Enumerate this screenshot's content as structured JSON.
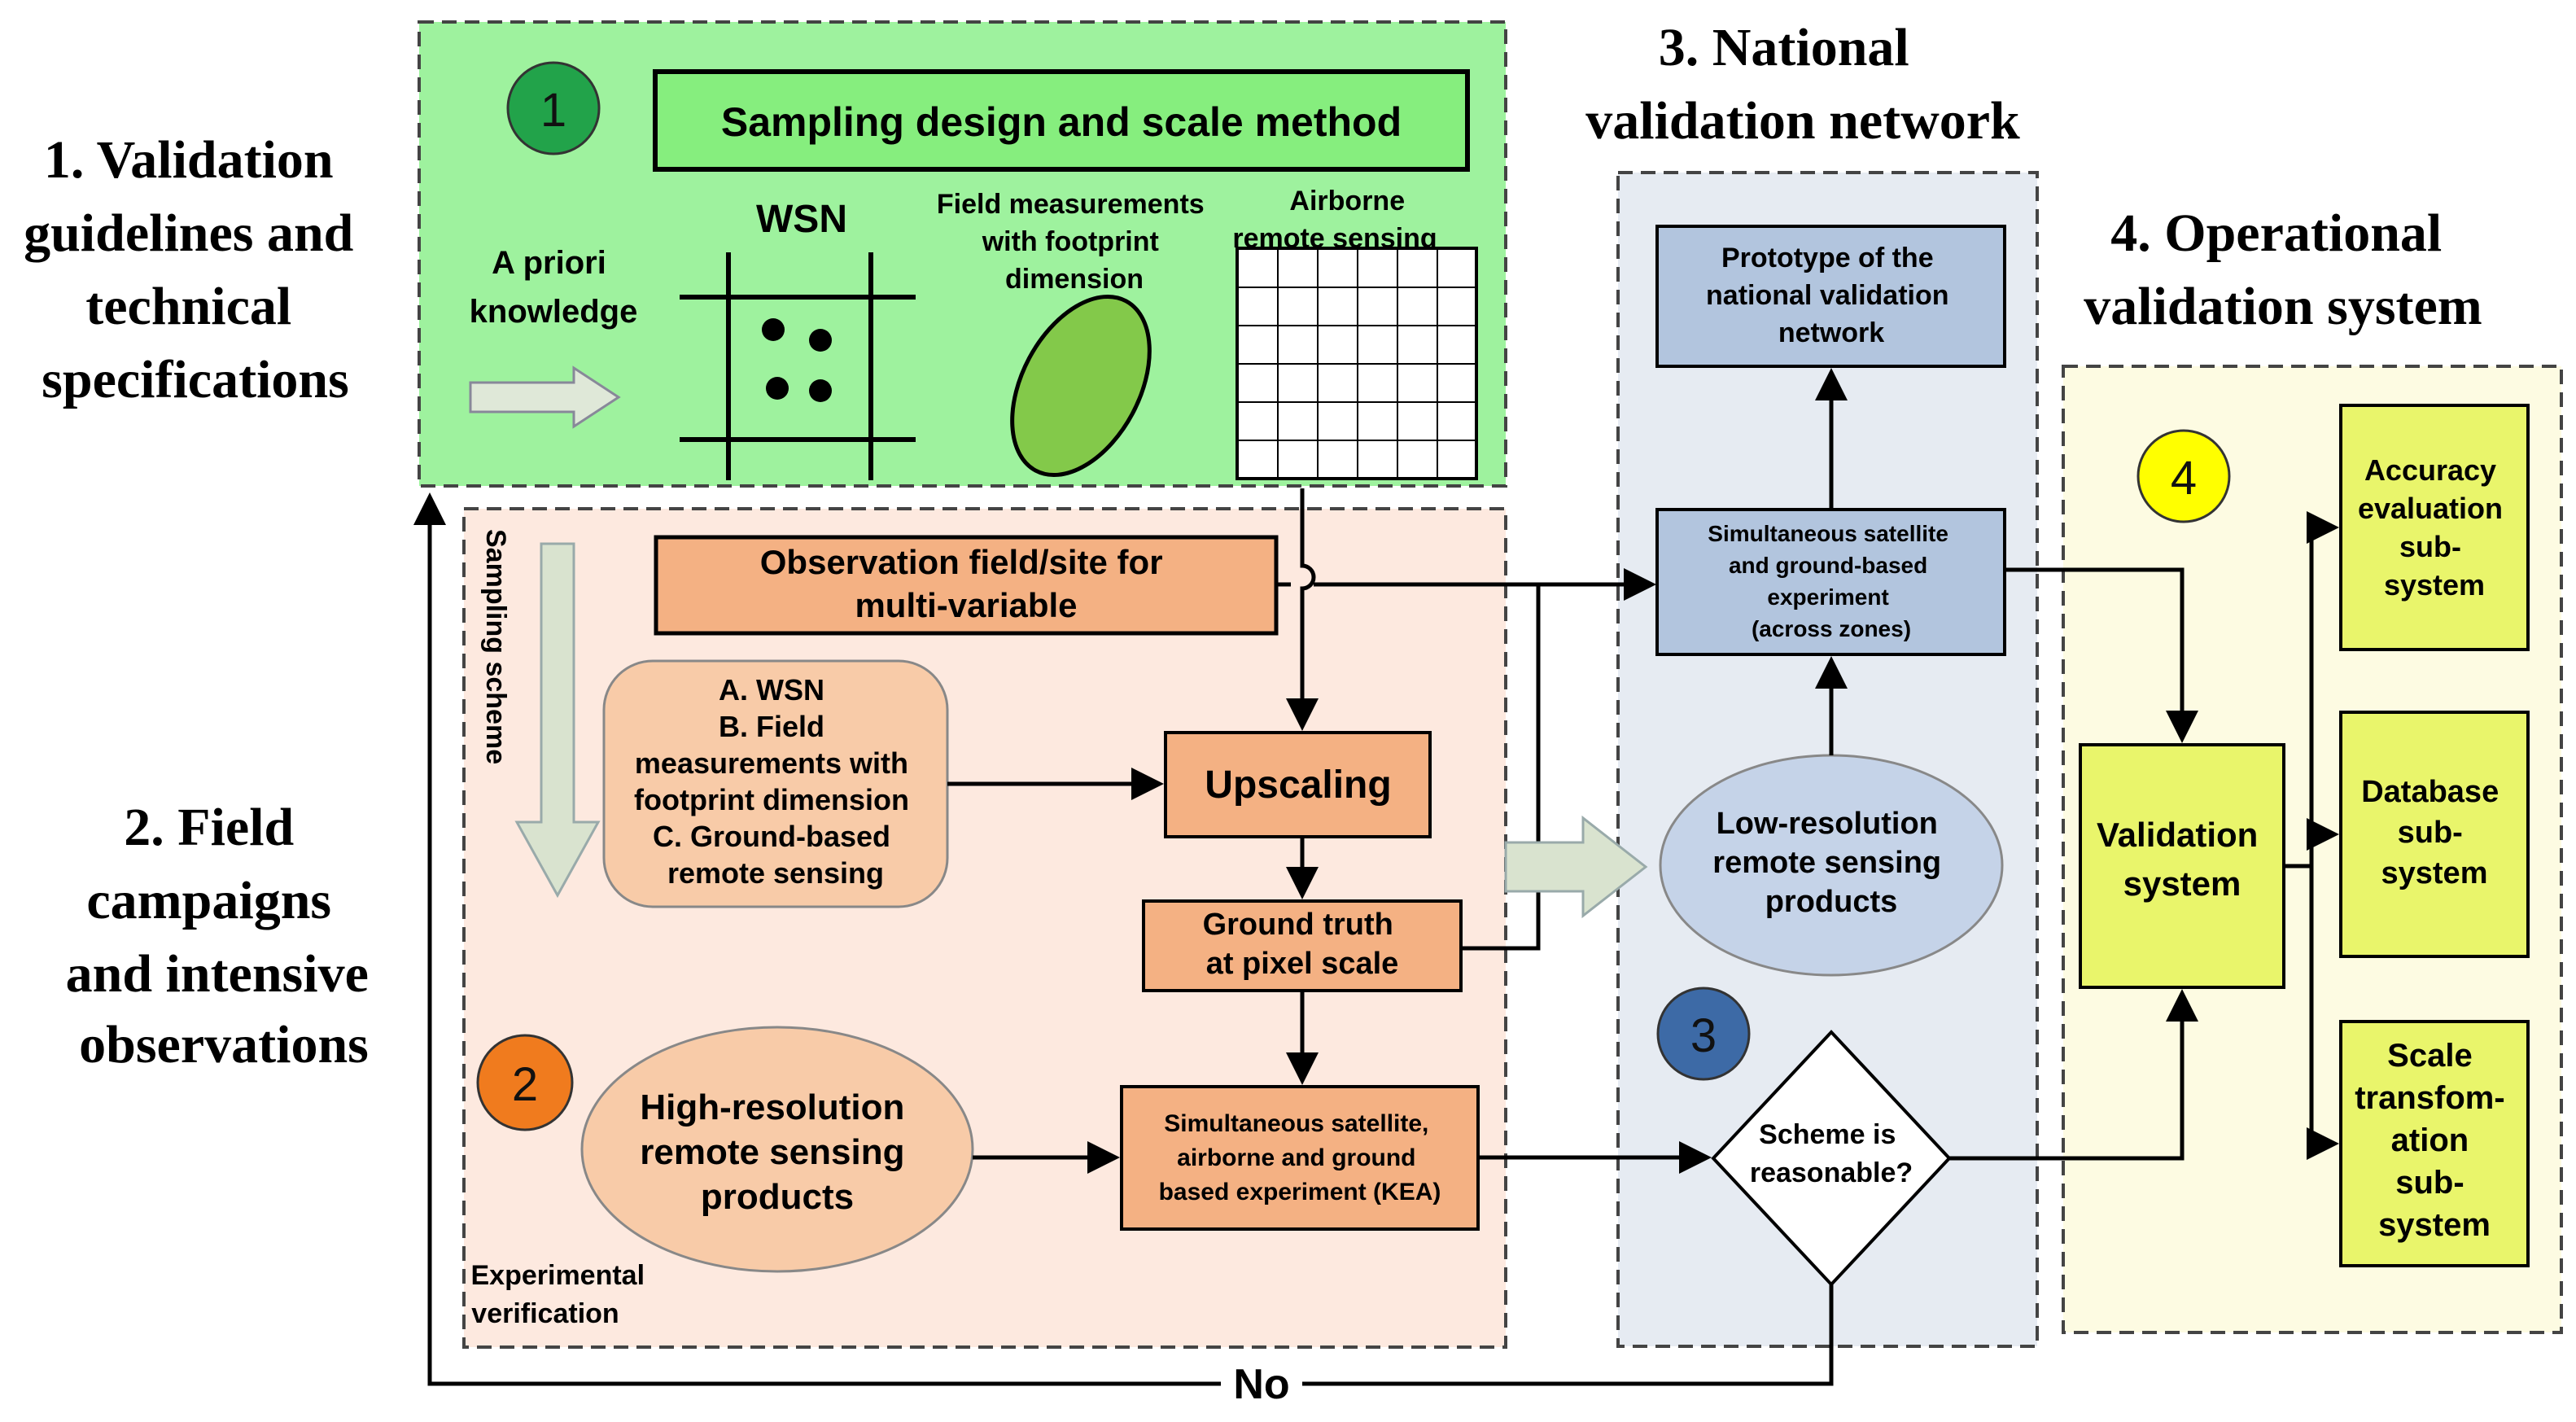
{
  "sections": {
    "s1": [
      "1. Validation",
      "guidelines and",
      "technical",
      "specifications"
    ],
    "s2": [
      "2. Field",
      "campaigns",
      "and intensive",
      "observations"
    ],
    "s3": [
      "3. National",
      "validation network"
    ],
    "s4": [
      "4. Operational",
      "validation  system"
    ]
  },
  "badges": [
    "1",
    "2",
    "3",
    "4"
  ],
  "badge_colors": {
    "b1": "#22a34a",
    "b2": "#f07b1e",
    "b3": "#3d6aa6",
    "b4": "#ffff00"
  },
  "region1": {
    "title": "Sampling design and scale method",
    "a_priori": [
      "A priori",
      "knowledge"
    ],
    "wsn": "WSN",
    "field_meas": [
      "Field measurements",
      "with footprint",
      "dimension"
    ],
    "airborne": [
      "Airborne",
      "remote sensing"
    ]
  },
  "region2": {
    "sampling_scheme": "Sampling scheme",
    "obs_field": [
      "Observation field/site for",
      "multi-variable"
    ],
    "abc": [
      "A. WSN",
      "B. Field",
      "measurements with",
      "footprint dimension",
      "C. Ground-based",
      "remote sensing"
    ],
    "upscaling": "Upscaling",
    "ground_truth": [
      "Ground truth",
      "at pixel scale"
    ],
    "high_res": [
      "High-resolution",
      "remote sensing",
      "products"
    ],
    "kea": [
      "Simultaneous satellite,",
      "airborne and ground",
      "based experiment (KEA)"
    ],
    "exp_verif": [
      "Experimental",
      "verification"
    ]
  },
  "region3": {
    "prototype": [
      "Prototype of the",
      "national validation",
      "network"
    ],
    "simultaneous": [
      "Simultaneous satellite",
      "and ground-based",
      "experiment",
      "(across zones)"
    ],
    "low_res": [
      "Low-resolution",
      "remote sensing",
      "products"
    ],
    "scheme": [
      "Scheme is",
      "reasonable?"
    ]
  },
  "region4": {
    "validation_system": [
      "Validation",
      "system"
    ],
    "accuracy": [
      "Accuracy",
      "evaluation",
      "sub-",
      "system"
    ],
    "database": [
      "Database",
      "sub-",
      "system"
    ],
    "scale": [
      "Scale",
      "transfom-",
      "ation",
      "sub-",
      "system"
    ]
  },
  "no_label": "No"
}
